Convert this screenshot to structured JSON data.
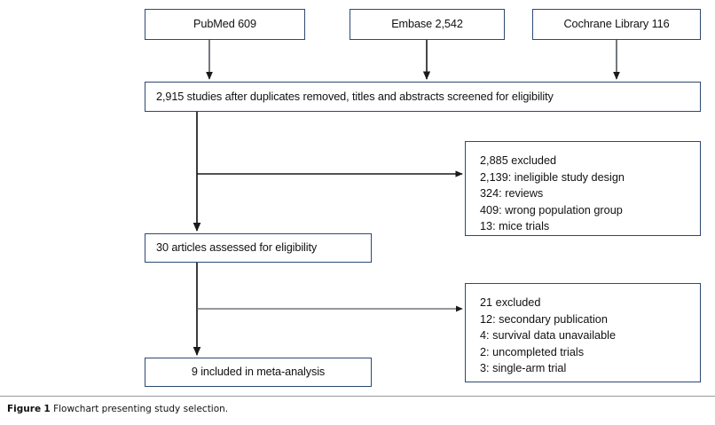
{
  "figure": {
    "caption_label": "Figure",
    "caption_number": "1",
    "caption_text": "Flowchart presenting study selection."
  },
  "colors": {
    "box_border": "#2c4a70",
    "arrow": "#1a1a1a",
    "background": "#ffffff",
    "text": "#111111",
    "rule": "#9a9a9a"
  },
  "chart_data": {
    "type": "diagram",
    "diagram_kind": "prisma-flowchart",
    "title": "Flowchart presenting study selection",
    "nodes": [
      {
        "id": "pubmed",
        "label": "PubMed 609",
        "source": "PubMed",
        "count": 609
      },
      {
        "id": "embase",
        "label": "Embase 2,542",
        "source": "Embase",
        "count": 2542
      },
      {
        "id": "cochrane",
        "label": "Cochrane Library 116",
        "source": "Cochrane Library",
        "count": 116
      },
      {
        "id": "screened",
        "label": "2,915 studies after duplicates removed, titles and abstracts screened for eligibility",
        "count": 2915
      },
      {
        "id": "assessed",
        "label": "30 articles assessed for eligibility",
        "count": 30
      },
      {
        "id": "included",
        "label": "9 included in meta-analysis",
        "count": 9
      },
      {
        "id": "excluded1",
        "label": "2,885 excluded",
        "count": 2885
      },
      {
        "id": "excluded2",
        "label": "21 excluded",
        "count": 21
      }
    ],
    "edges": [
      {
        "from": "pubmed",
        "to": "screened"
      },
      {
        "from": "embase",
        "to": "screened"
      },
      {
        "from": "cochrane",
        "to": "screened"
      },
      {
        "from": "screened",
        "to": "excluded1"
      },
      {
        "from": "screened",
        "to": "assessed"
      },
      {
        "from": "assessed",
        "to": "excluded2"
      },
      {
        "from": "assessed",
        "to": "included"
      }
    ]
  },
  "boxes": {
    "pubmed": {
      "label": "PubMed 609"
    },
    "embase": {
      "label": "Embase 2,542"
    },
    "cochrane": {
      "label": "Cochrane Library 116"
    },
    "screened": {
      "label": "2,915 studies after duplicates removed, titles and abstracts screened for eligibility"
    },
    "assessed": {
      "label": "30 articles assessed for eligibility"
    },
    "included": {
      "label": "9 included in meta-analysis"
    }
  },
  "exclusions": {
    "first": {
      "header": "2,885 excluded",
      "reasons": [
        "2,139: ineligible study design",
        "324: reviews",
        "409: wrong population group",
        "13: mice trials"
      ]
    },
    "second": {
      "header": "21 excluded",
      "reasons": [
        "12: secondary publication",
        "4: survival data unavailable",
        "2: uncompleted trials",
        "3: single-arm trial"
      ]
    }
  }
}
